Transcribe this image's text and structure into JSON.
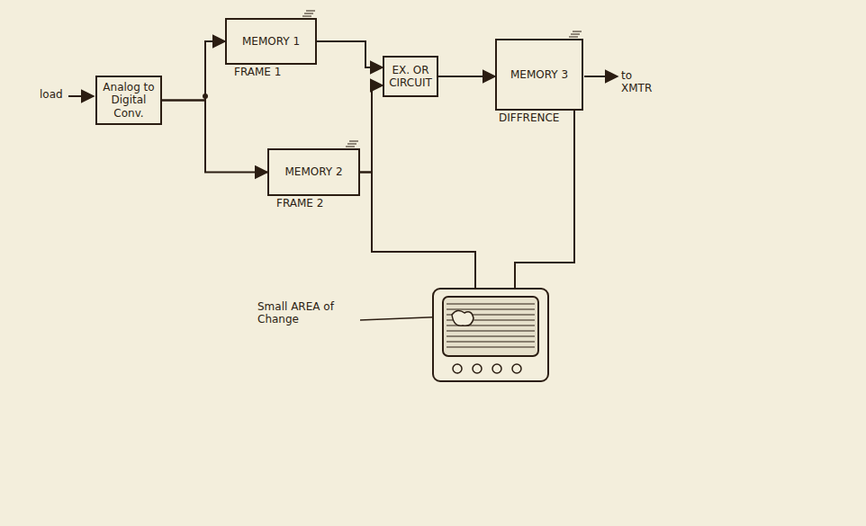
{
  "diagram": {
    "nodes": [
      {
        "text": [
          "Analog to Digital Conv."
        ]
      },
      {
        "text": [
          "MEMORY 1",
          "FRAME 1"
        ]
      },
      {
        "text": [
          "MEMORY 2",
          "FRAME 2"
        ]
      },
      {
        "text": [
          "EX. OR CIRCUIT"
        ]
      },
      {
        "text": [
          "MEMORY 3",
          "DIFFRENCE"
        ]
      },
      {
        "text": [
          "Small AREA of Change"
        ]
      }
    ],
    "edges": [
      {
        "from": 0,
        "to": 1,
        "arrow": "to"
      },
      {
        "from": 0,
        "to": 2,
        "arrow": "to"
      },
      {
        "from": 1,
        "to": 3,
        "arrow": "to"
      },
      {
        "from": 2,
        "to": 3,
        "arrow": "to"
      },
      {
        "from": 3,
        "to": 4,
        "arrow": "to"
      },
      {
        "from": 2,
        "to": 5,
        "arrow": "none"
      },
      {
        "from": 4,
        "to": 5,
        "arrow": "none"
      }
    ],
    "labels": [
      "load",
      "to XMTR"
    ]
  }
}
